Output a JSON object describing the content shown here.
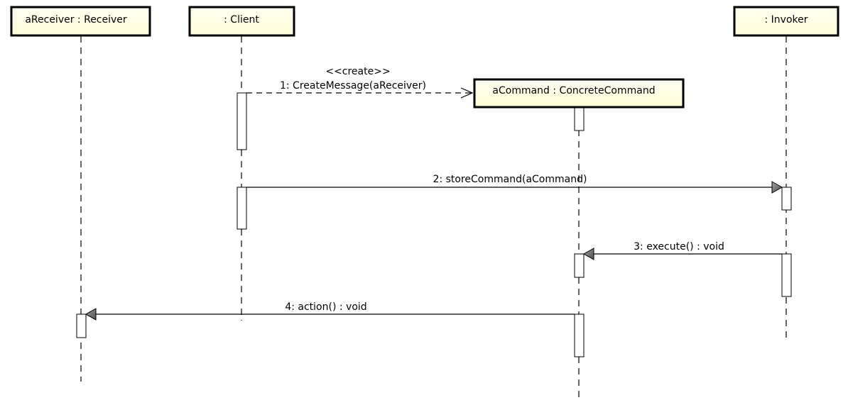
{
  "diagram": {
    "objects": [
      {
        "id": "receiver",
        "label": "aReceiver : Receiver"
      },
      {
        "id": "client",
        "label": ": Client"
      },
      {
        "id": "command",
        "label": "aCommand : ConcreteCommand"
      },
      {
        "id": "invoker",
        "label": ": Invoker"
      }
    ],
    "messages": [
      {
        "id": "m1",
        "stereotype": "<<create>>",
        "label": "1: CreateMessage(aReceiver)",
        "from": "client",
        "to": "command",
        "style": "dashed-open"
      },
      {
        "id": "m2",
        "label": "2: storeCommand(aCommand)",
        "from": "client",
        "to": "invoker",
        "style": "solid-filled"
      },
      {
        "id": "m3",
        "label": "3: execute() : void",
        "from": "invoker",
        "to": "command",
        "style": "solid-filled"
      },
      {
        "id": "m4",
        "label": "4: action() : void",
        "from": "command",
        "to": "receiver",
        "style": "solid-filled"
      }
    ],
    "colors": {
      "object_fill_top": "#fffff4",
      "object_fill_bottom": "#ffffd6",
      "arrowhead_light": "#a0a0a0",
      "arrowhead_dark": "#505050"
    }
  }
}
